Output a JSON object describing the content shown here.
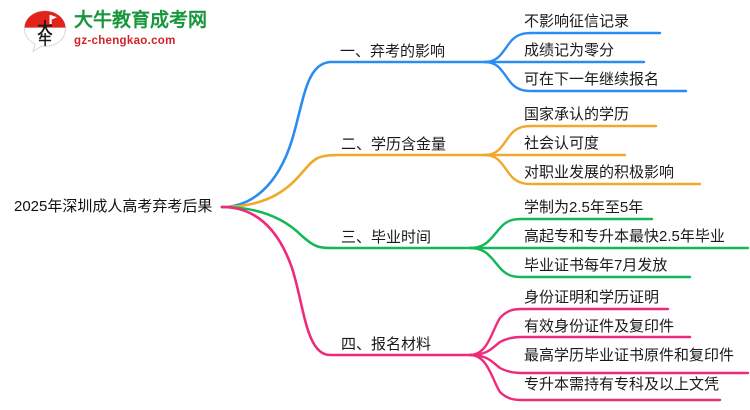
{
  "logo": {
    "mark_text": "大牛",
    "title": "大牛教育成考网",
    "domain": "gz-chengkao.com",
    "title_color": "#17963c",
    "domain_color": "#d2232a",
    "mark_red": "#e2231a"
  },
  "mindmap": {
    "root": {
      "label": "2025年深圳成人高考弃考后果"
    },
    "branches": [
      {
        "label": "一、弃考的影响",
        "color": "#2a8bf2",
        "children": [
          {
            "label": "不影响征信记录"
          },
          {
            "label": "成绩记为零分"
          },
          {
            "label": "可在下一年继续报名"
          }
        ]
      },
      {
        "label": "二、学历含金量",
        "color": "#f0a92a",
        "children": [
          {
            "label": "国家承认的学历"
          },
          {
            "label": "社会认可度"
          },
          {
            "label": "对职业发展的积极影响"
          }
        ]
      },
      {
        "label": "三、毕业时间",
        "color": "#14b85a",
        "children": [
          {
            "label": "学制为2.5年至5年"
          },
          {
            "label": "高起专和专升本最快2.5年毕业"
          },
          {
            "label": "毕业证书每年7月发放"
          }
        ]
      },
      {
        "label": "四、报名材料",
        "color": "#ef2a7b",
        "children": [
          {
            "label": "身份证明和学历证明"
          },
          {
            "label": "有效身份证件及复印件"
          },
          {
            "label": "最高学历毕业证书原件和复印件"
          },
          {
            "label": "专升本需持有专科及以上文凭"
          }
        ]
      }
    ]
  }
}
